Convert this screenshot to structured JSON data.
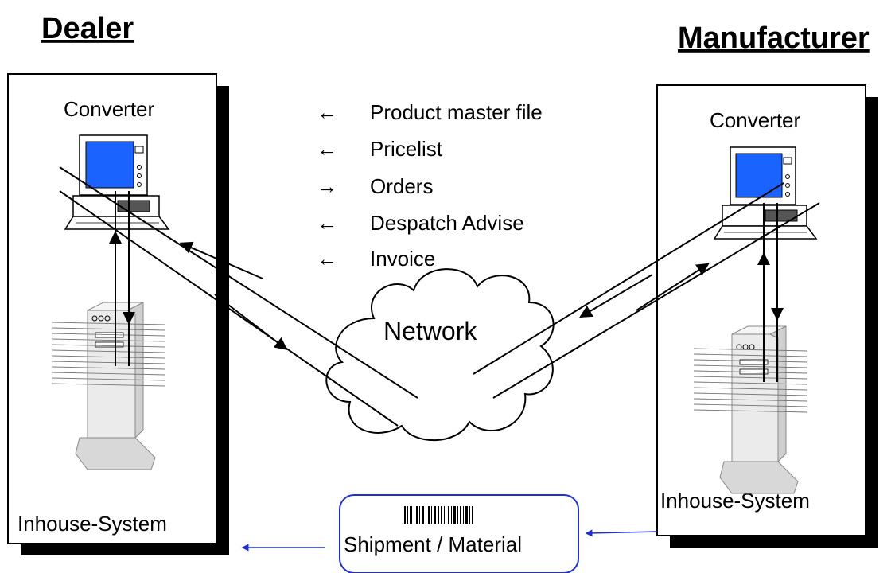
{
  "dealer": {
    "title": "Dealer",
    "converter_label": "Converter",
    "inhouse_label": "Inhouse-System"
  },
  "manufacturer": {
    "title": "Manufacturer",
    "converter_label": "Converter",
    "inhouse_label": "Inhouse-System"
  },
  "messages": [
    {
      "arrow": "←",
      "label": "Product master file"
    },
    {
      "arrow": "←",
      "label": "Pricelist"
    },
    {
      "arrow": "→",
      "label": "Orders"
    },
    {
      "arrow": "←",
      "label": "Despatch Advise"
    },
    {
      "arrow": "←",
      "label": "Invoice"
    }
  ],
  "network": {
    "label": "Network"
  },
  "shipment": {
    "label": "Shipment / Material"
  },
  "colors": {
    "screen": "#1a63ff",
    "shipment_arrow": "#1f2fd8",
    "shipment_border": "#1f2fd8",
    "shadow": "#000000"
  }
}
